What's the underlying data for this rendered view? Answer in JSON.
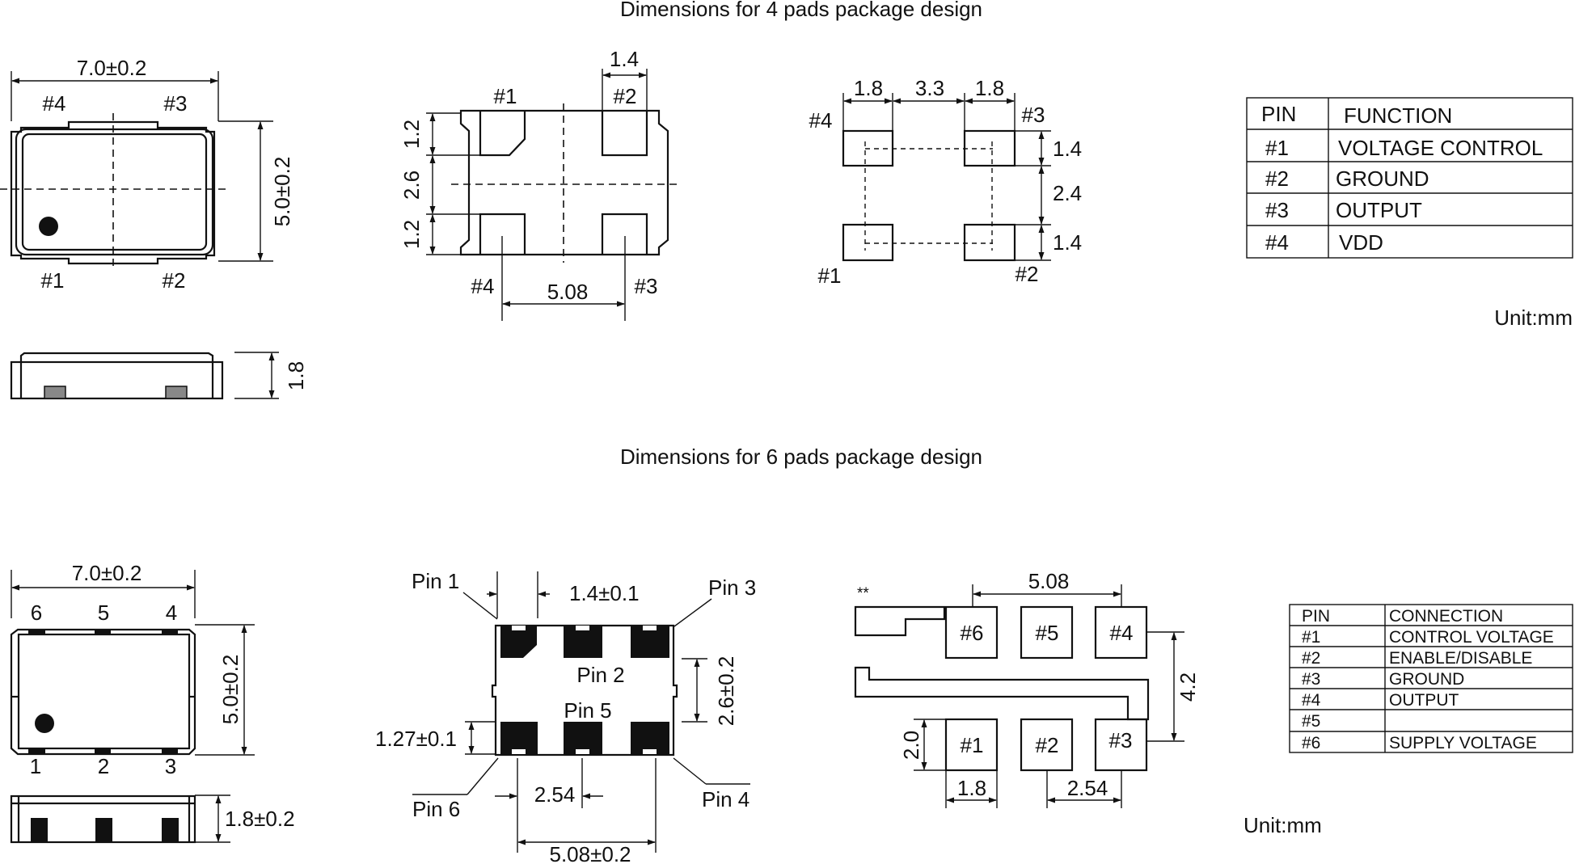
{
  "titles": {
    "four_pad": "Dimensions for 4 pads package design",
    "six_pad": "Dimensions for 6 pads package design"
  },
  "unit": "Unit:mm",
  "four_pad": {
    "top_view": {
      "width": "7.0±0.2",
      "height": "5.0±0.2",
      "pins": [
        "#1",
        "#2",
        "#3",
        "#4"
      ]
    },
    "side_view": {
      "thickness": "1.8"
    },
    "bottom_view": {
      "pad_width": "1.4",
      "pad_h1": "1.2",
      "pitch_v": "2.6",
      "pad_h2": "1.2",
      "pitch_h": "5.08",
      "pins": [
        "#1",
        "#2",
        "#3",
        "#4"
      ]
    },
    "land_pattern": {
      "pad_w1": "1.8",
      "gap": "3.3",
      "pad_w2": "1.8",
      "pad_h1": "1.4",
      "gap_v": "2.4",
      "pad_h2": "1.4",
      "pins": [
        "#1",
        "#2",
        "#3",
        "#4"
      ]
    },
    "table": {
      "headers": [
        "PIN",
        "FUNCTION"
      ],
      "rows": [
        [
          "#1",
          "VOLTAGE CONTROL"
        ],
        [
          "#2",
          "GROUND"
        ],
        [
          "#3",
          "OUTPUT"
        ],
        [
          "#4",
          "VDD"
        ]
      ]
    }
  },
  "six_pad": {
    "top_view": {
      "width": "7.0±0.2",
      "height": "5.0±0.2",
      "top_pins": [
        "6",
        "5",
        "4"
      ],
      "bottom_pins": [
        "1",
        "2",
        "3"
      ]
    },
    "side_view": {
      "thickness": "1.8±0.2"
    },
    "bottom_view": {
      "pad_width": "1.4±0.1",
      "pad_height": "1.27±0.1",
      "row_pitch": "2.6±0.2",
      "pitch": "2.54",
      "overall_pitch": "5.08±0.2",
      "labels": [
        "Pin 1",
        "Pin 2",
        "Pin 3",
        "Pin 4",
        "Pin 5",
        "Pin 6"
      ]
    },
    "land_pattern": {
      "marker": "**",
      "span": "5.08",
      "height": "4.2",
      "pad_h": "2.0",
      "pad_w": "1.8",
      "pitch": "2.54",
      "pads": [
        "#6",
        "#5",
        "#4",
        "#1",
        "#2",
        "#3"
      ]
    },
    "table": {
      "headers": [
        "PIN",
        "CONNECTION"
      ],
      "rows": [
        [
          "#1",
          "CONTROL VOLTAGE"
        ],
        [
          "#2",
          "ENABLE/DISABLE"
        ],
        [
          "#3",
          "GROUND"
        ],
        [
          "#4",
          "OUTPUT"
        ],
        [
          "#5",
          ""
        ],
        [
          "#6",
          "SUPPLY VOLTAGE"
        ]
      ]
    }
  }
}
